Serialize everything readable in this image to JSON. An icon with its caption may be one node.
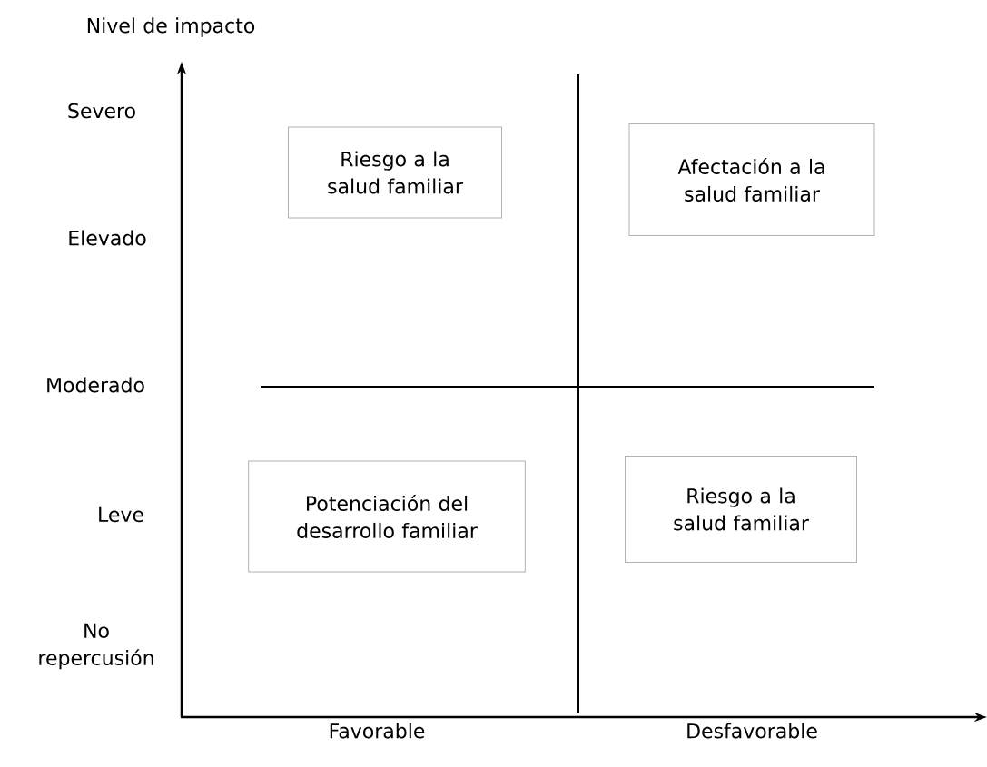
{
  "diagram": {
    "nodes": [
      {
        "text": [
          "Riesgo a la salud familiar"
        ]
      },
      {
        "text": [
          "Afectación a la salud familiar"
        ]
      },
      {
        "text": [
          "Potenciación del desarrollo familiar"
        ]
      },
      {
        "text": [
          "Riesgo a la salud familiar"
        ]
      }
    ],
    "edges": [],
    "labels": [
      "Nivel de impacto",
      "Severo",
      "Elevado",
      "Moderado",
      "Leve",
      "No repercusión",
      "Favorable",
      "Desfavorable"
    ]
  }
}
